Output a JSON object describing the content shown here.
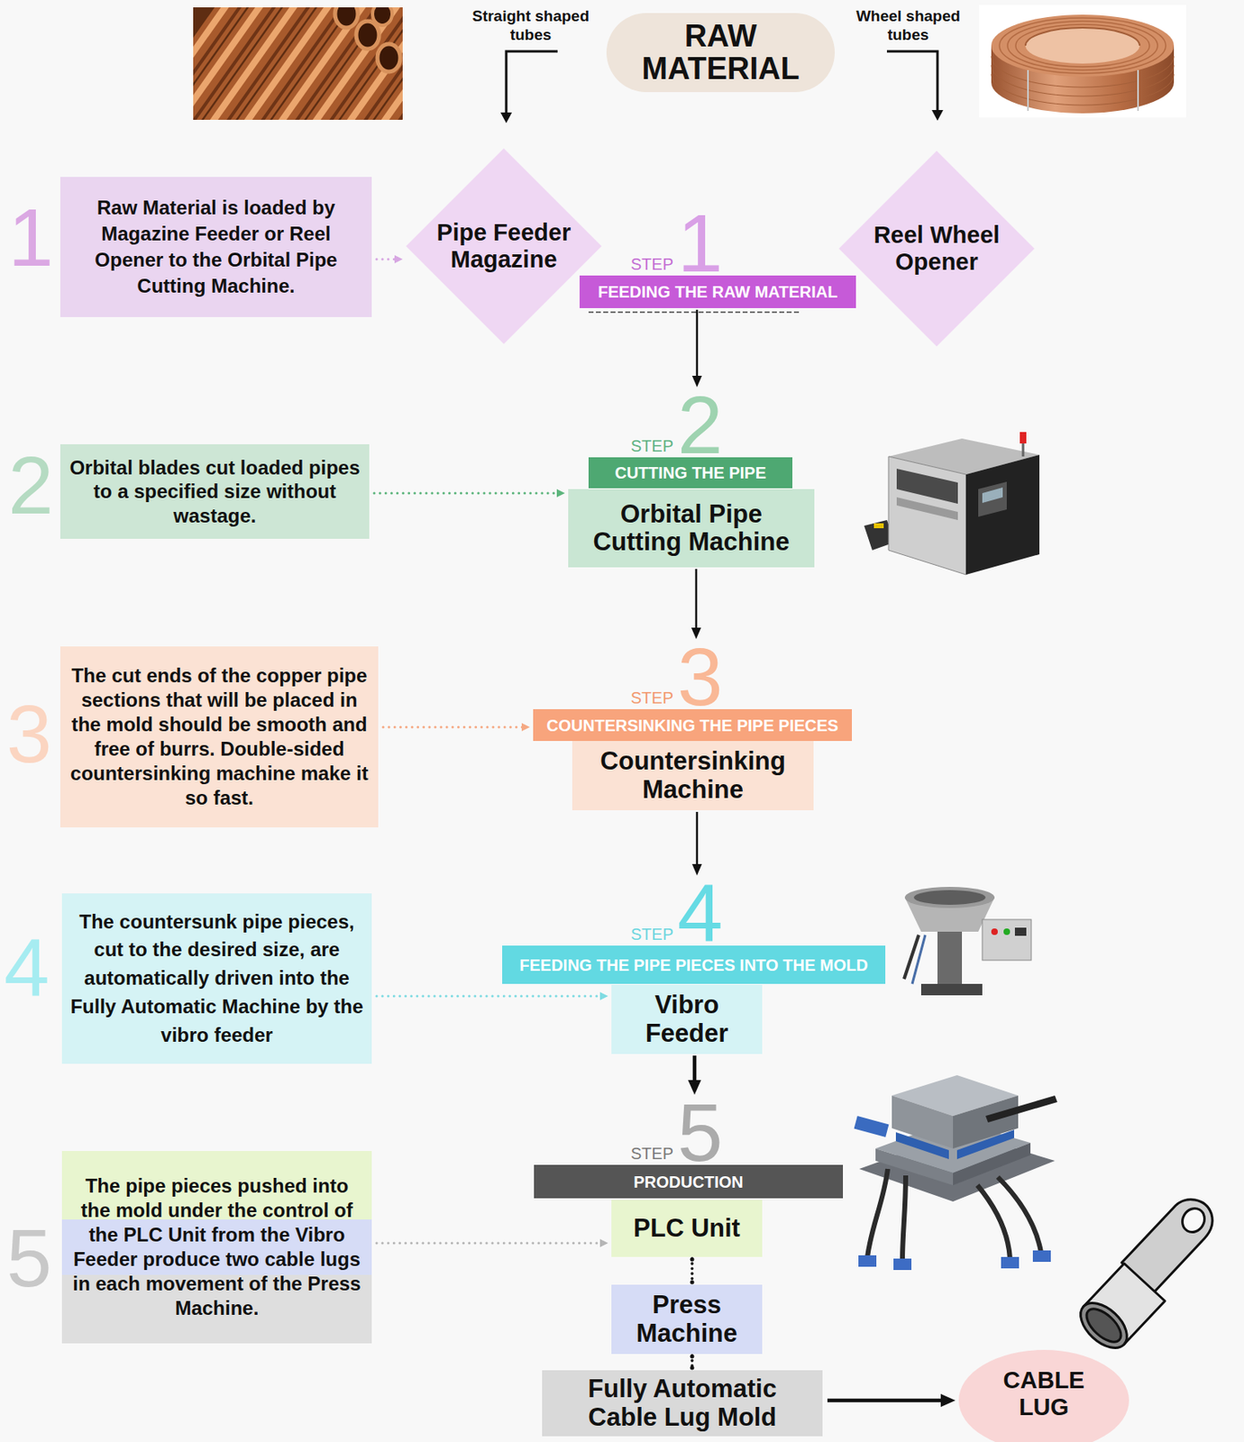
{
  "diagram": {
    "nodes": [
      {
        "text": [
          "RAW MATERIAL"
        ]
      },
      {
        "text": [
          "Raw Material is loaded by Magazine Feeder or Reel Opener to the Orbital Pipe Cutting Machine."
        ]
      },
      {
        "text": [
          "Pipe Feeder Magazine"
        ]
      },
      {
        "text": [
          "STEP",
          "1",
          "FEEDING THE RAW MATERIAL"
        ]
      },
      {
        "text": [
          "Reel Wheel Opener"
        ]
      },
      {
        "text": [
          "Orbital blades cut loaded pipes to a specified size without wastage."
        ]
      },
      {
        "text": [
          "STEP",
          "2",
          "CUTTING THE PIPE"
        ]
      },
      {
        "text": [
          "Orbital Pipe Cutting Machine"
        ]
      },
      {
        "text": [
          "The cut ends of the copper pipe sections that will be placed in the mold should be smooth and free of burrs. Double-sided countersinking machine make it so fast."
        ]
      },
      {
        "text": [
          "STEP",
          "3",
          "COUNTERSINKING THE PIPE PIECES"
        ]
      },
      {
        "text": [
          "Countersinking Machine"
        ]
      },
      {
        "text": [
          "The countersunk pipe pieces, cut to the desired size, are automatically driven into the Fully Automatic Machine by the vibro feeder"
        ]
      },
      {
        "text": [
          "STEP",
          "4",
          "FEEDING THE PIPE PIECES INTO THE MOLD"
        ]
      },
      {
        "text": [
          "Vibro Feeder"
        ]
      },
      {
        "text": [
          "The pipe pieces pushed into the mold under the control of the PLC Unit from the Vibro Feeder produce two cable lugs in each movement of the Press Machine."
        ]
      },
      {
        "text": [
          "STEP",
          "5",
          "PRODUCTION"
        ]
      },
      {
        "text": [
          "PLC Unit"
        ]
      },
      {
        "text": [
          "Press Machine"
        ]
      },
      {
        "text": [
          "Fully Automatic Cable Lug Mold"
        ]
      },
      {
        "text": [
          "CABLE LUG"
        ]
      }
    ],
    "edges": [
      {
        "from": 1,
        "to": 2,
        "arrow": "to"
      },
      {
        "from": 3,
        "to": 6,
        "arrow": "to"
      },
      {
        "from": 5,
        "to": 7,
        "arrow": "to"
      },
      {
        "from": 7,
        "to": 9,
        "arrow": "to"
      },
      {
        "from": 8,
        "to": 9,
        "arrow": "to"
      },
      {
        "from": 10,
        "to": 12,
        "arrow": "to"
      },
      {
        "from": 11,
        "to": 13,
        "arrow": "to"
      },
      {
        "from": 13,
        "to": 15,
        "arrow": "to"
      },
      {
        "from": 14,
        "to": 16,
        "arrow": "to"
      },
      {
        "from": 16,
        "to": 17,
        "arrow": "none"
      },
      {
        "from": 17,
        "to": 18,
        "arrow": "none"
      },
      {
        "from": 18,
        "to": 19,
        "arrow": "to"
      }
    ],
    "labels": [
      "Straight shaped tubes",
      "Wheel shaped tubes",
      "1",
      "2",
      "3",
      "4",
      "5"
    ]
  }
}
